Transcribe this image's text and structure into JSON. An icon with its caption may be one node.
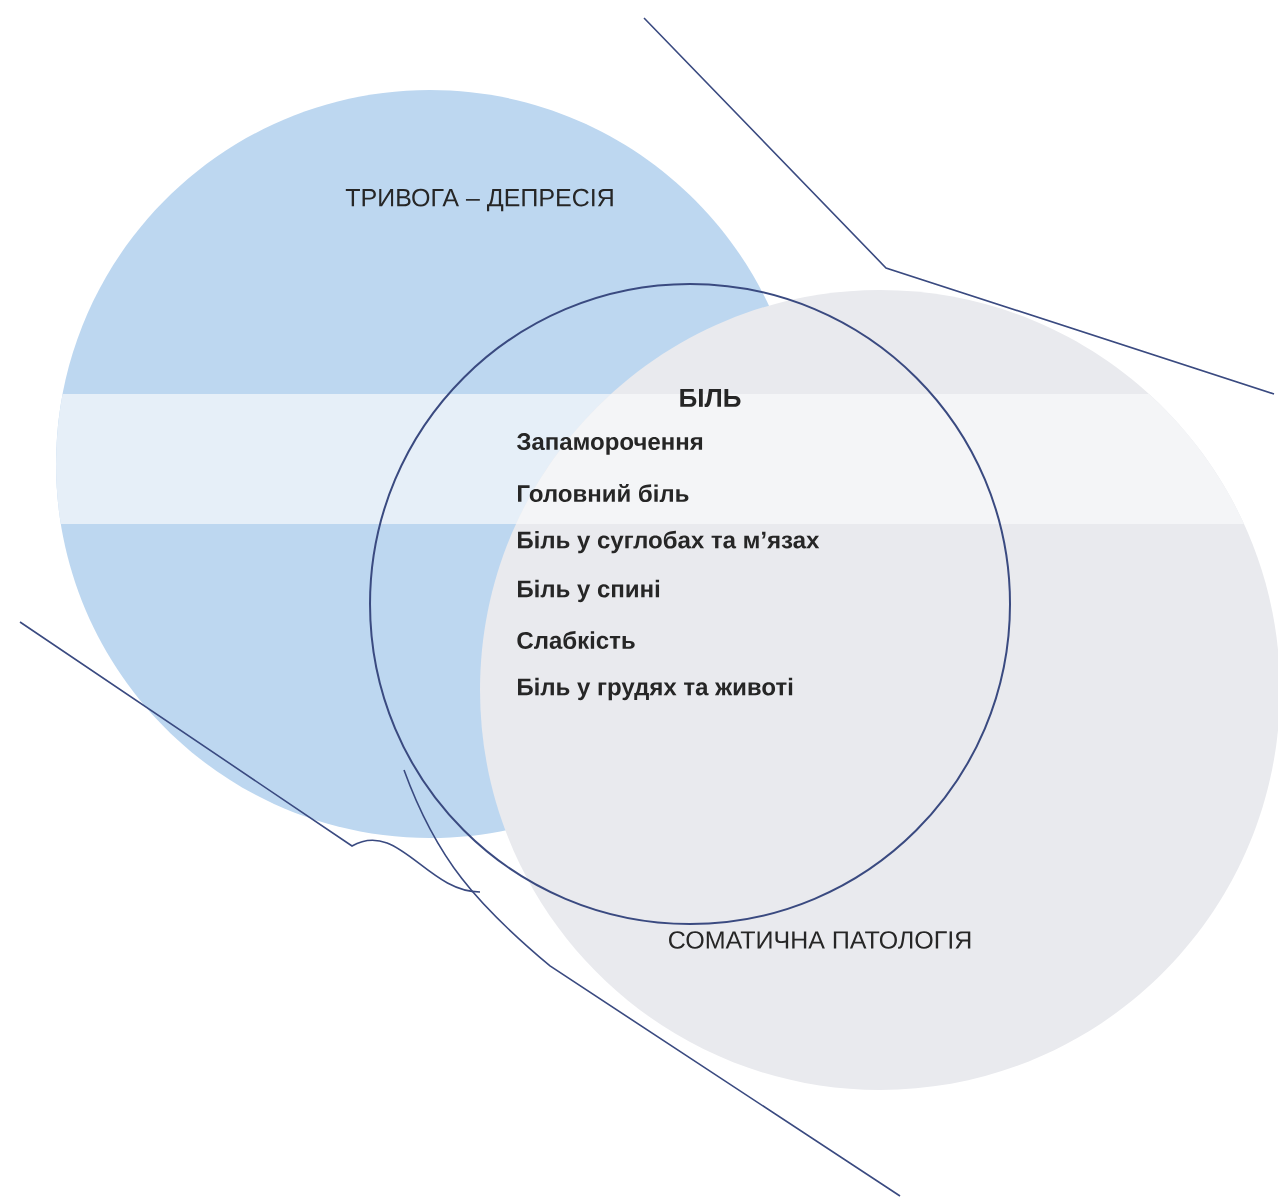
{
  "diagram": {
    "nodes": [
      {
        "text": [
          "ТРИВОГА – ДЕПРЕСІЯ"
        ]
      },
      {
        "text": [
          "БІЛЬ",
          "Запаморочення",
          "Головний біль",
          "Біль у суглобах та м’язах",
          "Біль у спині",
          "Слабкість",
          "Біль у грудях та животі"
        ]
      },
      {
        "text": [
          "СОМАТИЧНА ПАТОЛОГІЯ"
        ]
      }
    ]
  }
}
